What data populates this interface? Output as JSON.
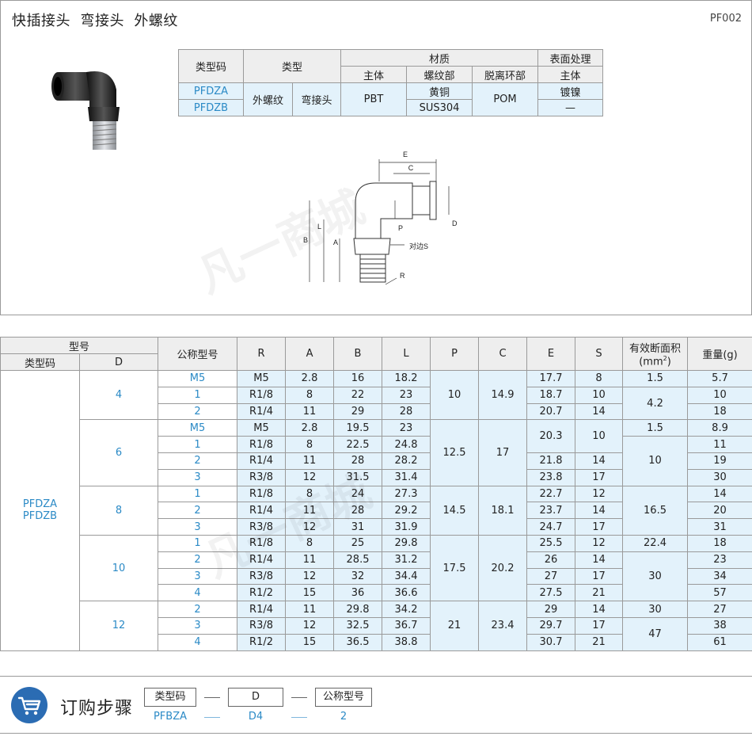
{
  "header": {
    "title": "快插接头  弯接头  外螺纹",
    "code": "PF002"
  },
  "spec": {
    "headers": {
      "type_code": "类型码",
      "type": "类型",
      "material": "材质",
      "surface": "表面处理",
      "body": "主体",
      "thread_part": "螺纹部",
      "release_ring": "脱离环部",
      "surface_body": "主体"
    },
    "rows": [
      {
        "code": "PFDZA",
        "thread": "黄铜",
        "surface": "镀镍"
      },
      {
        "code": "PFDZB",
        "thread": "SUS304",
        "surface": "—"
      }
    ],
    "shared": {
      "type_thread": "外螺纹",
      "type_shape": "弯接头",
      "body": "PBT",
      "release": "POM"
    }
  },
  "drawing": {
    "labels": [
      "E",
      "C",
      "B",
      "L",
      "A",
      "P",
      "D",
      "对边S",
      "R"
    ]
  },
  "watermark": "凡一商城",
  "main": {
    "headers": {
      "group": "型号",
      "type_code": "类型码",
      "d": "D",
      "nominal": "公称型号",
      "r": "R",
      "a": "A",
      "b": "B",
      "l": "L",
      "p": "P",
      "c": "C",
      "e": "E",
      "s": "S",
      "area": "有效断面积",
      "area_unit": "(mm",
      "area_sup": "2",
      "area_close": ")",
      "weight": "重量(g)"
    },
    "type_code_values": [
      "PFDZA",
      "PFDZB"
    ],
    "groups": [
      {
        "d": "4",
        "rows": [
          {
            "n": "M5",
            "r": "M5",
            "a": "2.8",
            "b": "16",
            "l": "18.2",
            "e": "17.7",
            "s": "8",
            "area": "1.5",
            "w": "5.7"
          },
          {
            "n": "1",
            "r": "R1/8",
            "a": "8",
            "b": "22",
            "l": "23",
            "e": "18.7",
            "s": "10",
            "area": "4.2",
            "w": "10"
          },
          {
            "n": "2",
            "r": "R1/4",
            "a": "11",
            "b": "29",
            "l": "28",
            "e": "20.7",
            "s": "14",
            "w": "18"
          }
        ],
        "p": "10",
        "c": "14.9"
      },
      {
        "d": "6",
        "rows": [
          {
            "n": "M5",
            "r": "M5",
            "a": "2.8",
            "b": "19.5",
            "l": "23",
            "e": "20.3",
            "s": "10",
            "area": "1.5",
            "w": "8.9"
          },
          {
            "n": "1",
            "r": "R1/8",
            "a": "8",
            "b": "22.5",
            "l": "24.8",
            "area": "10",
            "w": "11"
          },
          {
            "n": "2",
            "r": "R1/4",
            "a": "11",
            "b": "28",
            "l": "28.2",
            "e": "21.8",
            "s": "14",
            "w": "19"
          },
          {
            "n": "3",
            "r": "R3/8",
            "a": "12",
            "b": "31.5",
            "l": "31.4",
            "e": "23.8",
            "s": "17",
            "w": "30"
          }
        ],
        "p": "12.5",
        "c": "17"
      },
      {
        "d": "8",
        "rows": [
          {
            "n": "1",
            "r": "R1/8",
            "a": "8",
            "b": "24",
            "l": "27.3",
            "e": "22.7",
            "s": "12",
            "area": "16.5",
            "w": "14"
          },
          {
            "n": "2",
            "r": "R1/4",
            "a": "11",
            "b": "28",
            "l": "29.2",
            "e": "23.7",
            "s": "14",
            "w": "20"
          },
          {
            "n": "3",
            "r": "R3/8",
            "a": "12",
            "b": "31",
            "l": "31.9",
            "e": "24.7",
            "s": "17",
            "w": "31"
          }
        ],
        "p": "14.5",
        "c": "18.1"
      },
      {
        "d": "10",
        "rows": [
          {
            "n": "1",
            "r": "R1/8",
            "a": "8",
            "b": "25",
            "l": "29.8",
            "e": "25.5",
            "s": "12",
            "area": "22.4",
            "w": "18"
          },
          {
            "n": "2",
            "r": "R1/4",
            "a": "11",
            "b": "28.5",
            "l": "31.2",
            "e": "26",
            "s": "14",
            "area": "30",
            "w": "23"
          },
          {
            "n": "3",
            "r": "R3/8",
            "a": "12",
            "b": "32",
            "l": "34.4",
            "e": "27",
            "s": "17",
            "w": "34"
          },
          {
            "n": "4",
            "r": "R1/2",
            "a": "15",
            "b": "36",
            "l": "36.6",
            "e": "27.5",
            "s": "21",
            "w": "57"
          }
        ],
        "p": "17.5",
        "c": "20.2"
      },
      {
        "d": "12",
        "rows": [
          {
            "n": "2",
            "r": "R1/4",
            "a": "11",
            "b": "29.8",
            "l": "34.2",
            "e": "29",
            "s": "14",
            "area": "30",
            "w": "27"
          },
          {
            "n": "3",
            "r": "R3/8",
            "a": "12",
            "b": "32.5",
            "l": "36.7",
            "e": "29.7",
            "s": "17",
            "area": "47",
            "w": "38"
          },
          {
            "n": "4",
            "r": "R1/2",
            "a": "15",
            "b": "36.5",
            "l": "38.8",
            "e": "30.7",
            "s": "21",
            "w": "61"
          }
        ],
        "p": "21",
        "c": "23.4"
      }
    ]
  },
  "order": {
    "title": "订购步骤",
    "steps": [
      {
        "label": "类型码",
        "value": "PFBZA"
      },
      {
        "label": "D",
        "value": "D4"
      },
      {
        "label": "公称型号",
        "value": "2"
      }
    ]
  },
  "colors": {
    "accent": "#2b8ac6",
    "light_blue": "#e3f2fb",
    "header_gray": "#eeeeee",
    "cart_blue": "#2b6cb3"
  }
}
